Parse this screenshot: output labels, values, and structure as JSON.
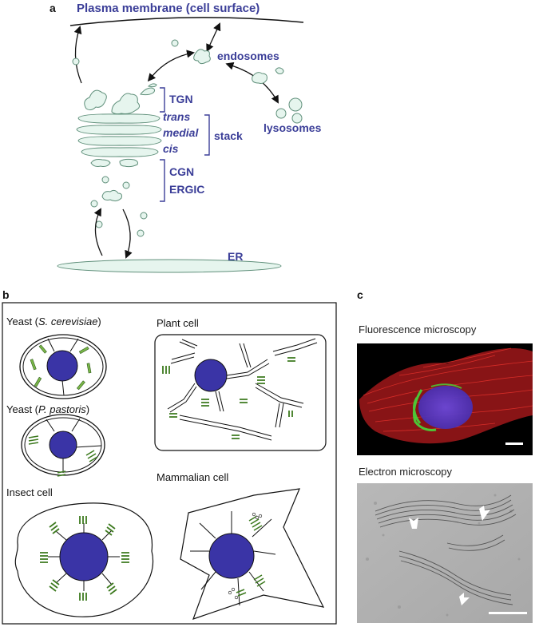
{
  "panel_a": {
    "letter": "a",
    "plasma_membrane": "Plasma membrane (cell surface)",
    "endosomes": "endosomes",
    "lysosomes": "lysosomes",
    "tgn": "TGN",
    "trans": "trans",
    "medial": "medial",
    "cis": "cis",
    "stack": "stack",
    "cgn": "CGN",
    "ergic": "ERGIC",
    "er": "ER"
  },
  "panel_b": {
    "letter": "b",
    "yeast_sc_prefix": "Yeast (",
    "yeast_sc_species": "S. cerevisiae",
    "yeast_sc_suffix": ")",
    "yeast_pp_prefix": "Yeast (",
    "yeast_pp_species": "P. pastoris",
    "yeast_pp_suffix": ")",
    "plant": "Plant cell",
    "insect": "Insect cell",
    "mammalian": "Mammalian cell"
  },
  "panel_c": {
    "letter": "c",
    "fluorescence": "Fluorescence microscopy",
    "electron": "Electron microscopy"
  },
  "colors": {
    "golgi_fill": "#e6f5ee",
    "golgi_stroke": "#5f8f7a",
    "label_blue": "#3b3e98",
    "nucleus": "#3a34a6",
    "stack_green": "#7ab648"
  }
}
